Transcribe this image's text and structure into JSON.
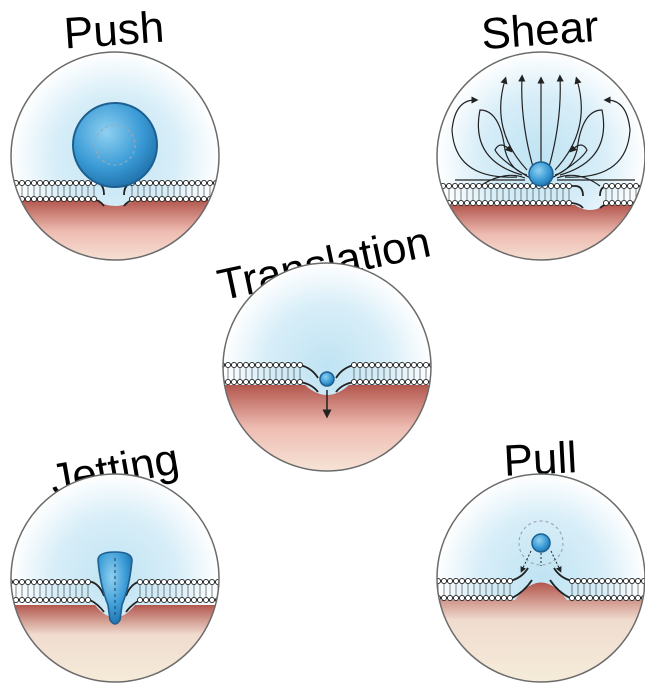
{
  "panels": {
    "push": {
      "label": "Push"
    },
    "shear": {
      "label": "Shear"
    },
    "translation": {
      "label": "Translation"
    },
    "jetting": {
      "label": "Jetting"
    },
    "pull": {
      "label": "Pull"
    }
  },
  "colors": {
    "fluid_edge": "#ffffff",
    "fluid_center": "#bfe3f3",
    "tissue_top": "#b3574e",
    "tissue_mid": "#eebcb2",
    "tissue_low": "#f8ecde",
    "bubble": "#3b9bd6",
    "membrane": "#222222",
    "outline": "#6b6b6b"
  }
}
